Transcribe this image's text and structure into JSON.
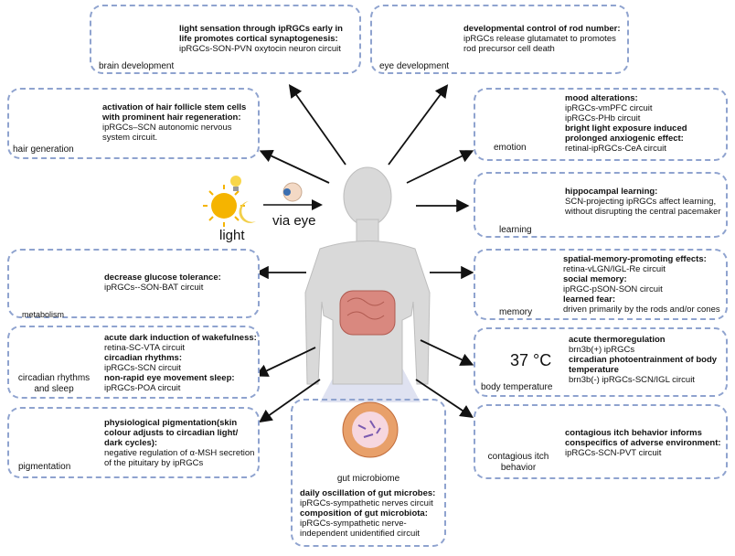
{
  "center": {
    "light_label": "light",
    "via_eye_label": "via eye"
  },
  "panels": {
    "brain_development": {
      "label": "brain development",
      "heading": "light sensation through ipRGCs early in life promotes cortical synaptogenesis:",
      "detail": "ipRGCs-SON-PVN oxytocin neuron circuit"
    },
    "eye_development": {
      "label": "eye development",
      "heading": "developmental control of rod number:",
      "detail": "ipRGCs release glutamatet to promotes rod precursor cell death"
    },
    "hair_generation": {
      "label": "hair generation",
      "heading": "activation of hair follicle stem cells with prominent hair regeneration:",
      "detail": "ipRGCs–SCN autonomic nervous system circuit."
    },
    "emotion": {
      "label": "emotion",
      "heading1": "mood alterations:",
      "detail1a": "ipRGCs-vmPFC circuit",
      "detail1b": "ipRGCs-PHb circuit",
      "heading2": "bright light exposure induced prolonged anxiogenic effect:",
      "detail2": "retinal-ipRGCs-CeA circuit"
    },
    "learning": {
      "label": "learning",
      "heading": "hippocampal learning:",
      "detail": "SCN-projecting ipRGCs affect learning, without disrupting the central pacemaker"
    },
    "metabolism": {
      "label": "metabolism",
      "heading": "decrease glucose tolerance:",
      "detail": "ipRGCs--SON-BAT circuit"
    },
    "memory": {
      "label": "memory",
      "heading1": "spatial-memory-promoting effects:",
      "detail1": "retina-vLGN/IGL-Re circuit",
      "heading2": "social memory:",
      "detail2": "ipRGC-pSON-SON circuit",
      "heading3": "learned fear:",
      "detail3": "driven primarily by the rods and/or cones"
    },
    "circadian": {
      "label": "circadian rhythms and sleep",
      "heading1": "acute dark induction of wakefulness:",
      "detail1": "retina-SC-VTA circuit",
      "heading2": "circadian rhythms:",
      "detail2": "ipRGCs-SCN circuit",
      "heading3": "non-rapid eye movement sleep:",
      "detail3": "ipRGCs-POA circuit"
    },
    "body_temperature": {
      "label": "body temperature",
      "temp_value": "37 °C",
      "heading1": "acute thermoregulation",
      "detail1": "brn3b(+) ipRGCs",
      "heading2": "circadian photoentrainment of body temperature",
      "detail2": "brn3b(-) ipRGCs-SCN/IGL circuit"
    },
    "pigmentation": {
      "label": "pigmentation",
      "heading": "physiological pigmentation(skin colour adjusts to circadian light/ dark cycles):",
      "detail": "negative regulation of α-MSH secretion of the pituitary by ipRGCs"
    },
    "gut_microbiome": {
      "label": "gut microbiome",
      "heading1": "daily oscillation of gut microbes:",
      "detail1": "ipRGCs-sympathetic nerves circuit",
      "heading2": "composition of gut microbiota:",
      "detail2": "ipRGCs-sympathetic nerve-independent unidentified circuit"
    },
    "itch": {
      "label": "contagious itch behavior",
      "heading": "contagious itch behavior informs conspecifics of adverse environment:",
      "detail": "ipRGCs-SCN-PVT circuit"
    }
  },
  "colors": {
    "border": "#8fa3cf",
    "sun": "#f5b400",
    "moon": "#f2cf4a",
    "skin": "#d9d9d9",
    "gut": "#d9887f"
  }
}
